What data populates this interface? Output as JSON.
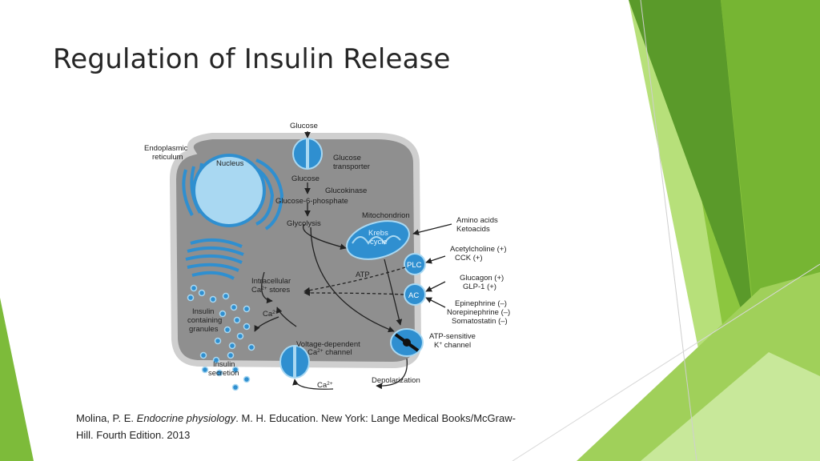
{
  "slide": {
    "title": "Regulation of Insulin Release",
    "citation": {
      "authors": "Molina, P. E.",
      "book_title": "Endocrine physiology",
      "publisher_line": ". M. H. Education. New York: Lange Medical Books/McGraw-",
      "edition_line": "Hill. Fourth Edition. 2013"
    }
  },
  "figure": {
    "glucose_top": "Glucose",
    "er_line1": "Endoplasmic",
    "er_line2": "reticulum",
    "nucleus": "Nucleus",
    "glucose_transporter_line1": "Glucose",
    "glucose_transporter_line2": "transporter",
    "glucose_inside": "Glucose",
    "glucokinase": "Glucokinase",
    "g6p": "Glucose-6-phosphate",
    "glycolysis": "Glycolysis",
    "mitochondrion": "Mitochondrion",
    "krebs_line1": "Krebs",
    "krebs_line2": "cycle",
    "amino_acids": "Amino acids",
    "ketoacids": "Ketoacids",
    "acetylcholine": "Acetylcholine (+)",
    "cck": "CCK (+)",
    "plc": "PLC",
    "atp": "ATP",
    "glucagon": "Glucagon (+)",
    "glp1": "GLP-1 (+)",
    "ac": "AC",
    "intracellular_line1": "Intracellular",
    "intracellular_line2_pre": "Ca",
    "intracellular_line2_sup": "2+",
    "intracellular_line2_post": " stores",
    "epinephrine": "Epinephrine (–)",
    "norepinephrine": "Norepinephrine (–)",
    "somatostatin": "Somatostatin (–)",
    "insulin_gran_line1": "Insulin",
    "insulin_gran_line2": "containing",
    "insulin_gran_line3": "granules",
    "ca_inside_pre": "Ca",
    "ca_inside_sup": "2+",
    "katp_line1": "ATP-sensitive",
    "katp_line2_pre": "K",
    "katp_line2_sup": "+",
    "katp_line2_post": " channel",
    "vdcc_line1": "Voltage-dependent",
    "vdcc_line2_pre": "Ca",
    "vdcc_line2_sup": "2+",
    "vdcc_line2_post": " channel",
    "insulin_sec_line1": "Insulin",
    "insulin_sec_line2": "secretion",
    "depolarization": "Depolarization",
    "ca_outside_pre": "Ca",
    "ca_outside_sup": "2+"
  },
  "colors": {
    "cell_fill": "#8f8f8f",
    "cell_border": "#c9c9c9",
    "organelle_blue": "#2f8fd0",
    "organelle_light": "#a9d8f2",
    "green_dark": "#5a9a2a",
    "green_mid": "#7dbb3a",
    "green_light": "#b7e07a",
    "text_dark": "#222222"
  }
}
